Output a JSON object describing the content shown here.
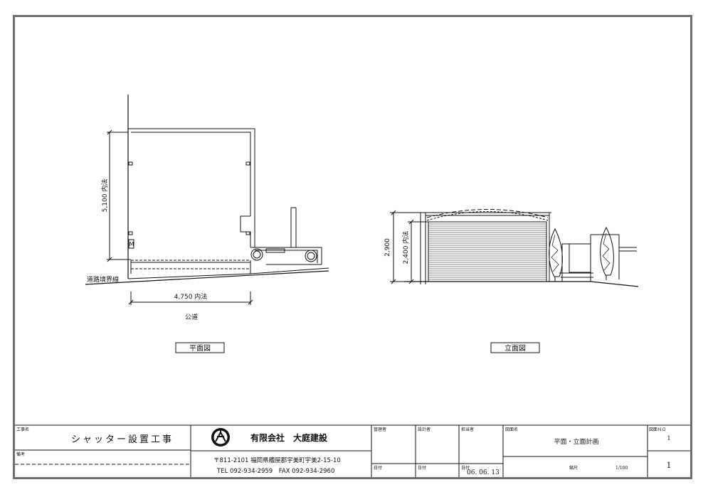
{
  "plan": {
    "dim_depth": "5,100 内法",
    "dim_width": "4,750 内法",
    "boundary_label": "道路境界線",
    "road_label": "公道",
    "meter_label": "M",
    "caption": "平面図"
  },
  "elevation": {
    "dim_total": "2,900",
    "dim_inner": "2,400 内法",
    "caption": "立面図"
  },
  "title_block": {
    "project_caption": "工事名",
    "project_name": "シャッター設置工事",
    "notes_caption": "備考",
    "company_name": "有限会社　大庭建設",
    "address": "〒811-2101 福岡県糟屋郡宇美町宇美2-15-10",
    "contact": "TEL 092-934-2959　FAX 092-934-2960",
    "manager_caption": "管理者",
    "designer_caption": "設計者",
    "person_caption": "担当者",
    "date_caption_1": "日付",
    "date_caption_2": "日付",
    "date_caption_3": "日付",
    "date_value": "06. 06. 13",
    "drawing_caption": "図面名",
    "drawing_name": "平面・立面計画",
    "scale_caption": "縮尺",
    "scale_value": "1/100",
    "sheet_caption": "図面ＮＯ",
    "sheet_no_top": "1",
    "sheet_no": "1"
  }
}
